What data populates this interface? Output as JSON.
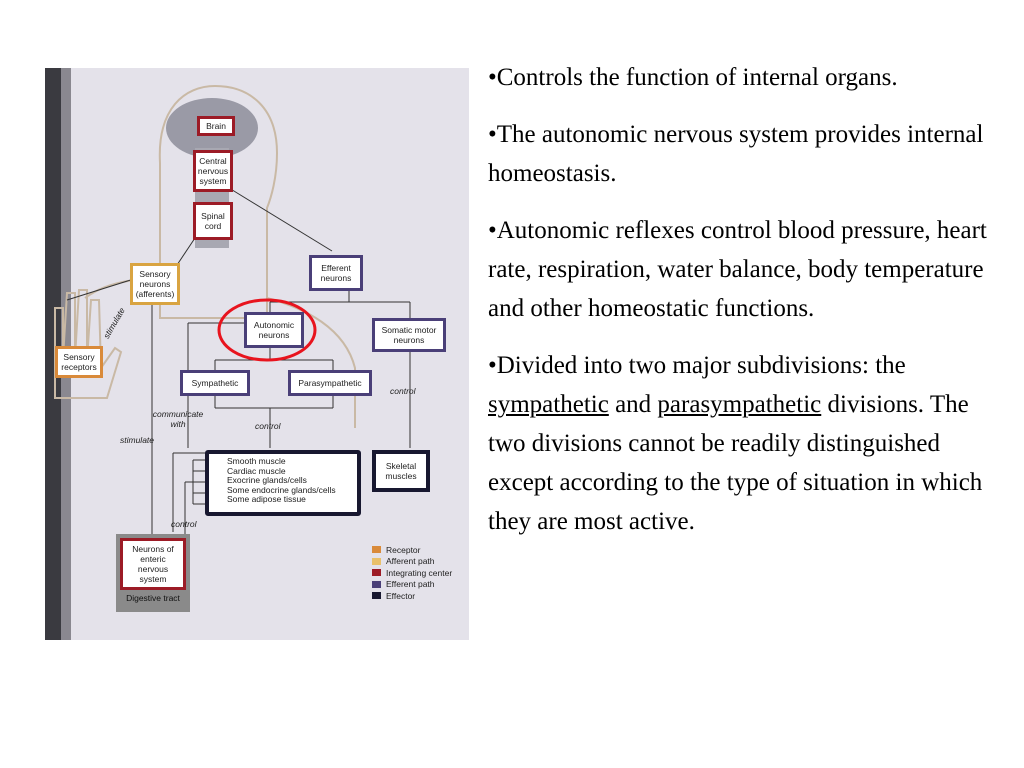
{
  "diagram": {
    "boxes": {
      "brain": "Brain",
      "cns": "Central\nnervous\nsystem",
      "spinal": "Spinal\ncord",
      "sensory_neurons": "Sensory\nneurons\n(afferents)",
      "sensory_receptors": "Sensory\nreceptors",
      "efferent": "Efferent\nneurons",
      "autonomic": "Autonomic\nneurons",
      "somatic": "Somatic motor\nneurons",
      "sympathetic": "Sympathetic",
      "parasympathetic": "Parasympathetic",
      "skeletal": "Skeletal\nmuscles",
      "enteric": "Neurons of\nenteric\nnervous\nsystem",
      "digestive": "Digestive tract"
    },
    "effectors": [
      "Smooth muscle",
      "Cardiac muscle",
      "Exocrine glands/cells",
      "Some endocrine glands/cells",
      "Some adipose tissue"
    ],
    "labels": {
      "stimulate_top": "stimulate",
      "communicate": "communicate\nwith",
      "stimulate_left": "stimulate",
      "control_mid": "control",
      "control_right": "control",
      "control_bottom": "control"
    },
    "legend": [
      {
        "label": "Receptor",
        "color": "#d98a3a"
      },
      {
        "label": "Afferent path",
        "color": "#e9c06a"
      },
      {
        "label": "Integrating center",
        "color": "#9c1b26"
      },
      {
        "label": "Efferent path",
        "color": "#4a3f78"
      },
      {
        "label": "Effector",
        "color": "#181830"
      }
    ],
    "highlight_color": "#e8141e"
  },
  "text": {
    "b1": "•Controls the function of  internal organs.",
    "b2": "•The autonomic nervous system provides internal homeostasis.",
    "b3": "•Autonomic reflexes control blood pressure, heart rate, respiration, water balance, body temperature and other homeostatic functions.",
    "b4_pre": "•Divided into two major subdivisions: the ",
    "b4_sym": "sympathetic",
    "b4_and": " and ",
    "b4_para": "parasympathetic",
    "b4_post": " divisions. The two divisions cannot be readily distinguished except according to the type of situation in which they are most active."
  }
}
